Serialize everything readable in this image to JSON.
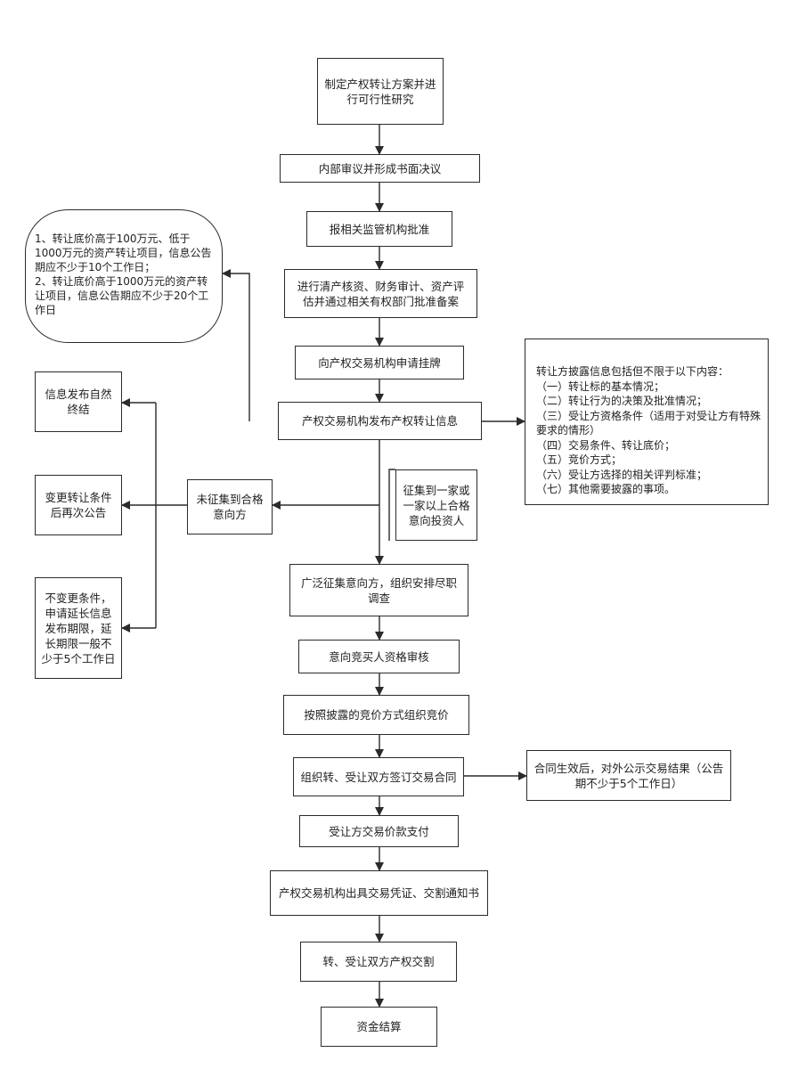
{
  "main_flow": {
    "s1": "制定产权转让方案并进\n行可行性研究",
    "s2": "内部审议并形成书面决议",
    "s3": "报相关监管机构批准",
    "s4": "进行清产核资、财务审计、资产评\n估并通过相关有权部门批准备案",
    "s5": "向产权交易机构申请挂牌",
    "s6": "产权交易机构发布产权转让信息",
    "s7": "广泛征集意向方，组织安排尽职\n调查",
    "s8": "意向竞买人资格审核",
    "s9": "按照披露的竞价方式组织竞价",
    "s10": "组织转、受让双方签订交易合同",
    "s11": "受让方交易价款支付",
    "s12": "产权交易机构出具交易凭证、交割通知书",
    "s13": "转、受让双方产权交割",
    "s14": "资金结算"
  },
  "announcement_period": {
    "line1": "1、转让底价高于100万元、低于\n1000万元的资产转让项目，信息公告\n期应不少于10个工作日；",
    "line2": "2、转让底价高于1000万元的资产转\n让项目，信息公告期应不少于20个工\n作日"
  },
  "disclosure": {
    "title": "转让方披露信息包括但不限于以下内容：",
    "items": [
      "（一）转让标的基本情况；",
      "（二）转让行为的决策及批准情况；",
      "（三）受让方资格条件（适用于对受让方有特殊要求的情形）",
      "（四）交易条件、转让底价；",
      "（五）竞价方式；",
      "（六）受让方选择的相关评判标准；",
      "（七）其他需要披露的事项。"
    ]
  },
  "branches": {
    "collected": "征集到一家或\n一家以上合格\n意向投资人",
    "not_collected": "未征集到合格\n意向方",
    "natural_end": "信息发布自然\n终结",
    "change_conditions": "变更转让条件\n后再次公告",
    "extend": "不变更条件，\n申请延长信息\n发布期限，延\n长期限一般不\n少于5个工作日"
  },
  "result_publicity": "合同生效后，对外公示交易结果（公告\n期不少于5个工作日）"
}
